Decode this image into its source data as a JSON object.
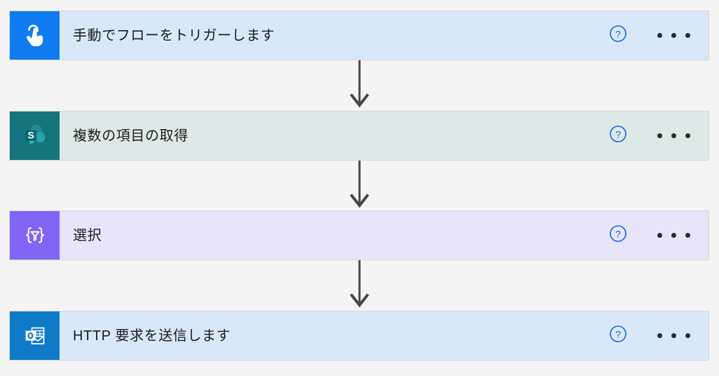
{
  "canvas": {
    "background_color": "#f4f4f4",
    "connector_color": "#484644",
    "help_icon_color": "#1266d6",
    "more_icon_color": "#2b2b2b"
  },
  "flow": {
    "steps": [
      {
        "title": "手動でフローをトリガーします",
        "icon_name": "manual-trigger-icon",
        "icon_tile_color": "#0f7bf0",
        "body_color": "#d9e8f8",
        "help_label": "?",
        "more_label": "・・・"
      },
      {
        "title": "複数の項目の取得",
        "icon_name": "sharepoint-icon",
        "icon_tile_color": "#16747d",
        "body_color": "#dce9e7",
        "help_label": "?",
        "more_label": "・・・"
      },
      {
        "title": "選択",
        "icon_name": "data-operation-select-icon",
        "icon_tile_color": "#8165f4",
        "body_color": "#e8e4fa",
        "help_label": "?",
        "more_label": "・・・"
      },
      {
        "title": "HTTP 要求を送信します",
        "icon_name": "office365-outlook-icon",
        "icon_tile_color": "#0f7bc8",
        "body_color": "#d9e8f8",
        "help_label": "?",
        "more_label": "・・・"
      }
    ],
    "connectors": [
      {
        "name": "connector-arrow-1"
      },
      {
        "name": "connector-arrow-2"
      },
      {
        "name": "connector-arrow-3"
      }
    ]
  }
}
